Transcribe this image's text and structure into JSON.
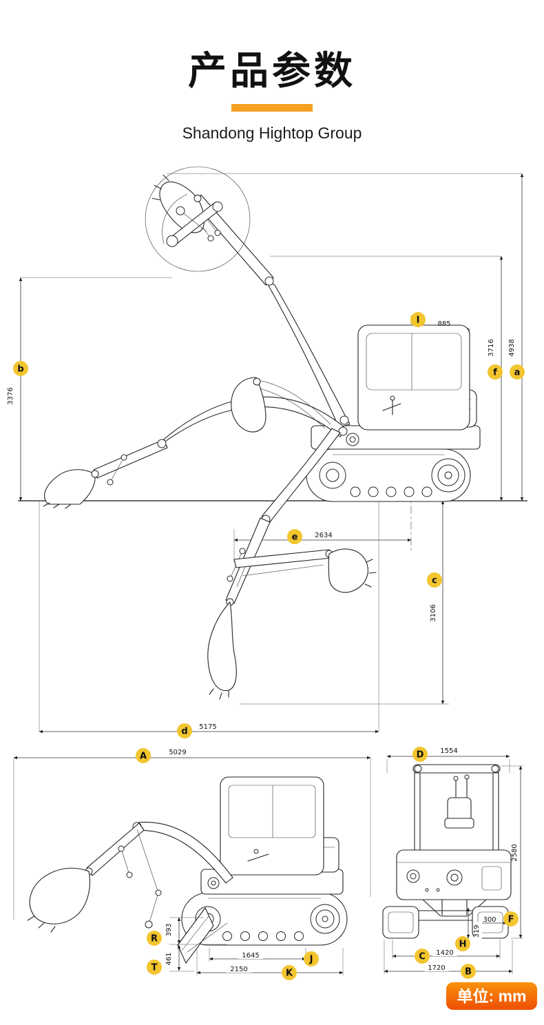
{
  "header": {
    "title": "产品参数",
    "subtitle": "Shandong Hightop Group"
  },
  "unit_badge": "单位: mm",
  "working_range": {
    "b": {
      "letter": "b",
      "value": "3376"
    },
    "f": {
      "letter": "f",
      "value": "3716"
    },
    "a": {
      "letter": "a",
      "value": "4938"
    },
    "i": {
      "letter": "I",
      "value": "885"
    },
    "e": {
      "letter": "e",
      "value": "2634"
    },
    "c": {
      "letter": "c",
      "value": "3106"
    },
    "d": {
      "letter": "d",
      "value": "5175"
    }
  },
  "side_view": {
    "A": {
      "letter": "A",
      "value": "5029"
    },
    "R": {
      "letter": "R",
      "value": "393"
    },
    "T": {
      "letter": "T",
      "value": "461"
    },
    "J": {
      "letter": "J",
      "value": "1645"
    },
    "K": {
      "letter": "K",
      "value": "2150"
    }
  },
  "rear_view": {
    "D": {
      "letter": "D",
      "value": "1554"
    },
    "height": {
      "value": "2580"
    },
    "F": {
      "letter": "F",
      "value": "300"
    },
    "H": {
      "letter": "H",
      "value": "319"
    },
    "C": {
      "letter": "C",
      "value": "1420"
    },
    "B": {
      "letter": "B",
      "value": "1720"
    }
  }
}
